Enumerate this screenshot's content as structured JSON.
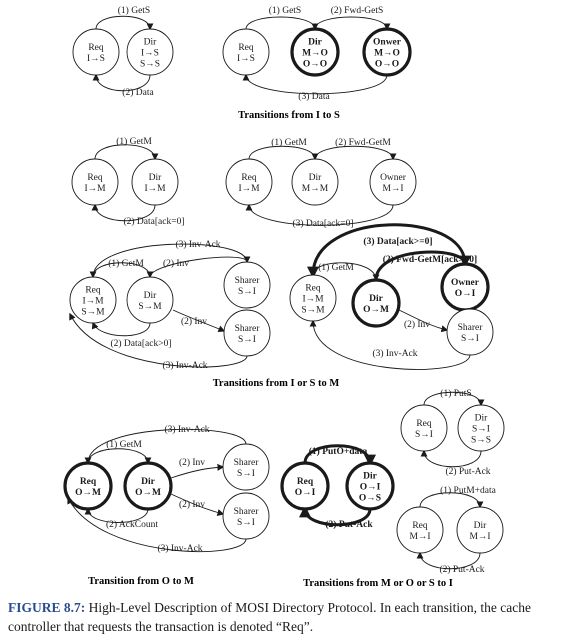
{
  "panels": [
    {
      "id": "i-to-s-a",
      "nodes": [
        {
          "id": "req",
          "lines": [
            "Req",
            "I→S"
          ],
          "bold": false
        },
        {
          "id": "dir",
          "lines": [
            "Dir",
            "I→S",
            "S→S"
          ],
          "bold": false
        }
      ],
      "edges": [
        {
          "id": "gets",
          "label": "(1) GetS",
          "from": "req",
          "to": "dir"
        },
        {
          "id": "data",
          "label": "(2) Data",
          "from": "dir",
          "to": "req"
        }
      ]
    },
    {
      "id": "i-to-s-b",
      "nodes": [
        {
          "id": "req",
          "lines": [
            "Req",
            "I→S"
          ],
          "bold": false
        },
        {
          "id": "dir",
          "lines": [
            "Dir",
            "M→O",
            "O→O"
          ],
          "bold": true
        },
        {
          "id": "owner",
          "lines": [
            "Onwer",
            "M→O",
            "O→O"
          ],
          "bold": true
        }
      ],
      "edges": [
        {
          "id": "gets",
          "label": "(1) GetS",
          "from": "req",
          "to": "dir"
        },
        {
          "id": "fwd-gets",
          "label": "(2) Fwd-GetS",
          "from": "dir",
          "to": "owner"
        },
        {
          "id": "data",
          "label": "(3) Data",
          "from": "owner",
          "to": "req"
        }
      ]
    },
    {
      "id": "i-or-s-to-m-a",
      "nodes": [
        {
          "id": "req",
          "lines": [
            "Req",
            "I→M"
          ],
          "bold": false
        },
        {
          "id": "dir",
          "lines": [
            "Dir",
            "I→M"
          ],
          "bold": false
        }
      ],
      "edges": [
        {
          "id": "getm",
          "label": "(1) GetM",
          "from": "req",
          "to": "dir"
        },
        {
          "id": "data",
          "label": "(2) Data[ack=0]",
          "from": "dir",
          "to": "req"
        }
      ]
    },
    {
      "id": "i-or-s-to-m-b",
      "nodes": [
        {
          "id": "req",
          "lines": [
            "Req",
            "I→M"
          ],
          "bold": false
        },
        {
          "id": "dir",
          "lines": [
            "Dir",
            "M→M"
          ],
          "bold": false
        },
        {
          "id": "owner",
          "lines": [
            "Owner",
            "M→I"
          ],
          "bold": false
        }
      ],
      "edges": [
        {
          "id": "getm",
          "label": "(1) GetM",
          "from": "req",
          "to": "dir"
        },
        {
          "id": "fwd-getm",
          "label": "(2) Fwd-GetM",
          "from": "dir",
          "to": "owner"
        },
        {
          "id": "data",
          "label": "(3) Data[ack=0]",
          "from": "owner",
          "to": "req"
        }
      ]
    },
    {
      "id": "i-or-s-to-m-c",
      "nodes": [
        {
          "id": "req",
          "lines": [
            "Req",
            "I→M",
            "S→M"
          ],
          "bold": false
        },
        {
          "id": "dir",
          "lines": [
            "Dir",
            "S→M"
          ],
          "bold": false
        },
        {
          "id": "sharer1",
          "lines": [
            "Sharer",
            "S→I"
          ],
          "bold": false
        },
        {
          "id": "sharer2",
          "lines": [
            "Sharer",
            "S→I"
          ],
          "bold": false
        }
      ],
      "edges": [
        {
          "id": "getm",
          "label": "(1) GetM",
          "from": "req",
          "to": "dir"
        },
        {
          "id": "inv1",
          "label": "(2) Inv",
          "from": "dir",
          "to": "sharer1"
        },
        {
          "id": "inv2",
          "label": "(2) Inv",
          "from": "dir",
          "to": "sharer2"
        },
        {
          "id": "data",
          "label": "(2) Data[ack>0]",
          "from": "dir",
          "to": "req"
        },
        {
          "id": "inv-ack1",
          "label": "(3) Inv-Ack",
          "from": "sharer1",
          "to": "req"
        },
        {
          "id": "inv-ack2",
          "label": "(3) Inv-Ack",
          "from": "sharer2",
          "to": "req"
        }
      ]
    },
    {
      "id": "i-or-s-to-m-d",
      "nodes": [
        {
          "id": "req",
          "lines": [
            "Req",
            "I→M",
            "S→M"
          ],
          "bold": false
        },
        {
          "id": "dir",
          "lines": [
            "Dir",
            "O→M"
          ],
          "bold": true
        },
        {
          "id": "owner",
          "lines": [
            "Owner",
            "O→I"
          ],
          "bold": true
        },
        {
          "id": "sharer",
          "lines": [
            "Sharer",
            "S→I"
          ],
          "bold": false
        }
      ],
      "edges": [
        {
          "id": "getm",
          "label": "(1) GetM",
          "from": "req",
          "to": "dir"
        },
        {
          "id": "fwd-getm",
          "label": "(2) Fwd-GetM[ack>=0]",
          "from": "dir",
          "to": "owner"
        },
        {
          "id": "inv",
          "label": "(2) Inv",
          "from": "dir",
          "to": "sharer"
        },
        {
          "id": "data",
          "label": "(3) Data[ack>=0]",
          "from": "owner",
          "to": "req"
        },
        {
          "id": "inv-ack",
          "label": "(3) Inv-Ack",
          "from": "sharer",
          "to": "req"
        }
      ]
    },
    {
      "id": "o-to-m",
      "nodes": [
        {
          "id": "req",
          "lines": [
            "Req",
            "O→M"
          ],
          "bold": true
        },
        {
          "id": "dir",
          "lines": [
            "Dir",
            "O→M"
          ],
          "bold": true
        },
        {
          "id": "sharer1",
          "lines": [
            "Sharer",
            "S→I"
          ],
          "bold": false
        },
        {
          "id": "sharer2",
          "lines": [
            "Sharer",
            "S→I"
          ],
          "bold": false
        }
      ],
      "edges": [
        {
          "id": "getm",
          "label": "(1) GetM",
          "from": "req",
          "to": "dir"
        },
        {
          "id": "inv1",
          "label": "(2) Inv",
          "from": "dir",
          "to": "sharer1"
        },
        {
          "id": "inv2",
          "label": "(2) Inv",
          "from": "dir",
          "to": "sharer2"
        },
        {
          "id": "ackcount",
          "label": "(2) AckCount",
          "from": "dir",
          "to": "req"
        },
        {
          "id": "inv-ack1",
          "label": "(3) Inv-Ack",
          "from": "sharer1",
          "to": "req"
        },
        {
          "id": "inv-ack2",
          "label": "(3) Inv-Ack",
          "from": "sharer2",
          "to": "req"
        }
      ]
    },
    {
      "id": "m-or-o-to-i",
      "nodes": [
        {
          "id": "req",
          "lines": [
            "Req",
            "O→I"
          ],
          "bold": true
        },
        {
          "id": "dir",
          "lines": [
            "Dir",
            "O→I",
            "O→S"
          ],
          "bold": true
        }
      ],
      "edges": [
        {
          "id": "puto",
          "label": "(1) PutO+data",
          "from": "req",
          "to": "dir"
        },
        {
          "id": "put-ack",
          "label": "(2) Put-Ack",
          "from": "dir",
          "to": "req"
        }
      ]
    },
    {
      "id": "s-to-i",
      "nodes": [
        {
          "id": "req",
          "lines": [
            "Req",
            "S→I"
          ],
          "bold": false
        },
        {
          "id": "dir",
          "lines": [
            "Dir",
            "S→I",
            "S→S"
          ],
          "bold": false
        }
      ],
      "edges": [
        {
          "id": "puts",
          "label": "(1) PutS",
          "from": "req",
          "to": "dir"
        },
        {
          "id": "put-ack",
          "label": "(2) Put-Ack",
          "from": "dir",
          "to": "req"
        }
      ]
    },
    {
      "id": "m-to-i",
      "nodes": [
        {
          "id": "req",
          "lines": [
            "Req",
            "M→I"
          ],
          "bold": false
        },
        {
          "id": "dir",
          "lines": [
            "Dir",
            "M→I"
          ],
          "bold": false
        }
      ],
      "edges": [
        {
          "id": "putm",
          "label": "(1) PutM+data",
          "from": "req",
          "to": "dir"
        },
        {
          "id": "put-ack",
          "label": "(2) Put-Ack",
          "from": "dir",
          "to": "req"
        }
      ]
    }
  ],
  "section_titles": {
    "i_to_s": "Transitions from I to S",
    "i_or_s_to_m": "Transitions from I or S to M",
    "o_to_m": "Transition from O to M",
    "m_or_o_or_s_to_i": "Transitions from M or O or S to I"
  },
  "caption": {
    "label": "FIGURE 8.7:",
    "text": " High-Level Description of MOSI Directory Protocol. In each transition, the cache controller that requests the transaction is denoted “Req”."
  },
  "colors": {
    "ink": "#1a1a1a",
    "caption_label": "#2a4d8f"
  }
}
